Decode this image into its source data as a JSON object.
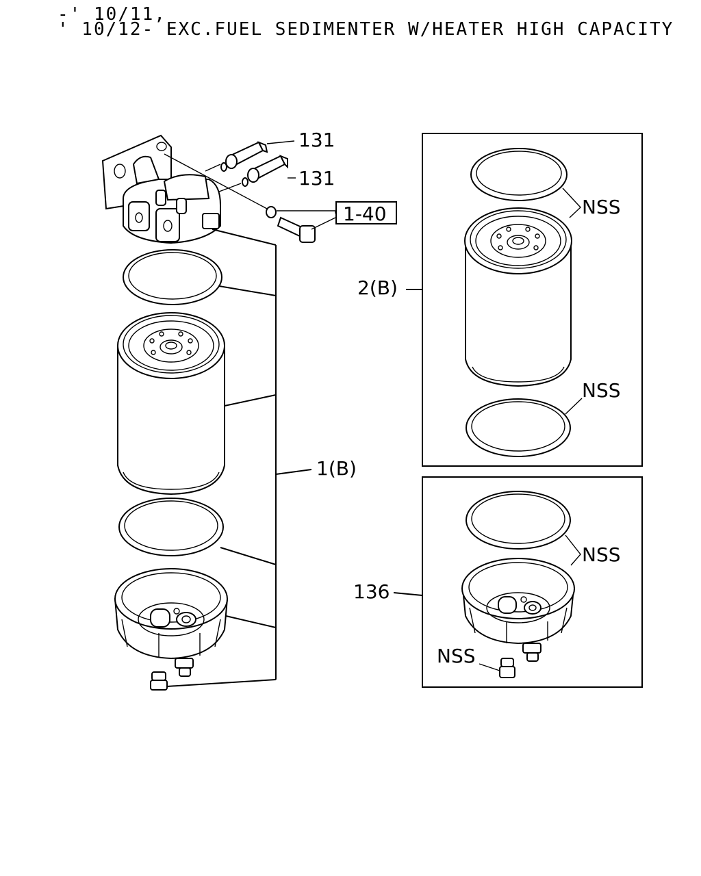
{
  "header": {
    "line1": "-' 10/11,",
    "line2": "' 10/12- EXC.FUEL SEDIMENTER W/HEATER HIGH CAPACITY"
  },
  "callouts": {
    "fitting_a": "131",
    "fitting_b": "131",
    "bolt_ref": "1-40",
    "assembly_1": "1(B)",
    "cartridge_2": "2(B)",
    "kit_136": "136",
    "nss_top_ring": "NSS",
    "nss_bottom_ring": "NSS",
    "nss_bowl": "NSS",
    "nss_drain": "NSS"
  }
}
